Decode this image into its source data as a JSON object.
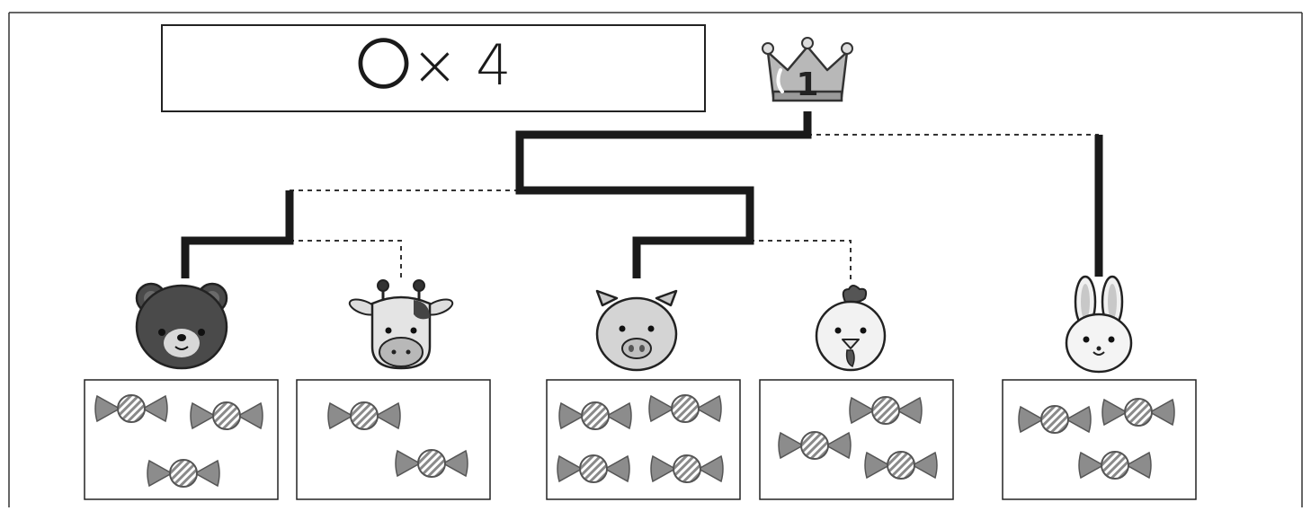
{
  "header": {
    "formula": "〇× 4"
  },
  "rank": {
    "number": "1"
  },
  "animals": [
    {
      "name": "bear",
      "candies": 3
    },
    {
      "name": "giraffe",
      "candies": 2
    },
    {
      "name": "pig",
      "candies": 4
    },
    {
      "name": "rooster",
      "candies": 3
    },
    {
      "name": "rabbit",
      "candies": 3
    }
  ],
  "bracket": {
    "winner_path": [
      "bear",
      "pig"
    ],
    "champion": "pig"
  }
}
